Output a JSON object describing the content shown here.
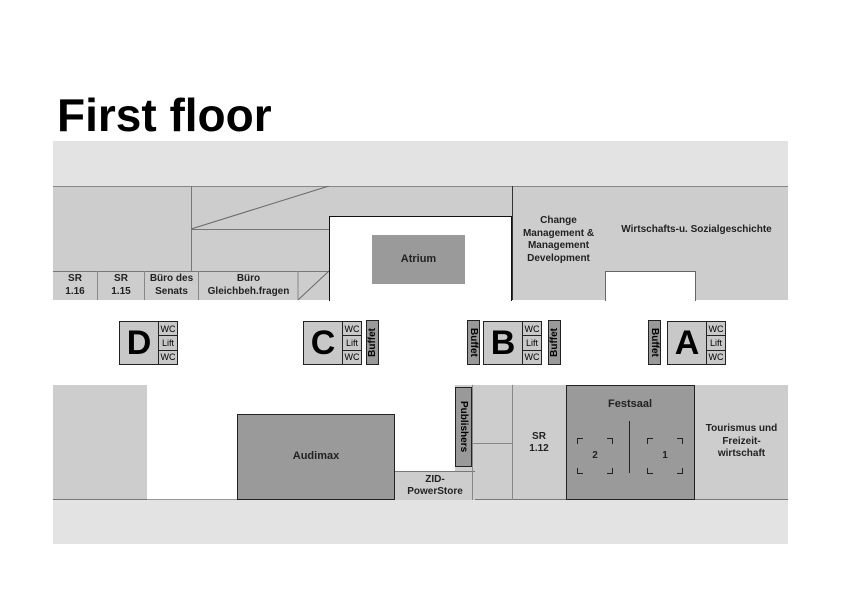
{
  "title": "First floor",
  "rooms": {
    "sr116": "SR\n1.16",
    "sr115": "SR\n1.15",
    "senat": "Büro des\nSenats",
    "gleich": "Büro\nGleichbeh.fragen",
    "atrium": "Atrium",
    "change": "Change\nManagement &\nManagement\nDevelopment",
    "wirtschaft": "Wirtschafts-u. Sozialgeschichte",
    "audimax": "Audimax",
    "zid": "ZID-\nPowerStore",
    "publishers": "Publishers",
    "sr112": "SR\n1.12",
    "festsaal": "Festsaal",
    "festsaal_2": "2",
    "festsaal_1": "1",
    "tourismus": "Tourismus und\nFreizeit-\nwirtschaft"
  },
  "cores": [
    {
      "letter": "D",
      "wc": "WC",
      "lift": "Lift"
    },
    {
      "letter": "C",
      "wc": "WC",
      "lift": "Lift"
    },
    {
      "letter": "B",
      "wc": "WC",
      "lift": "Lift"
    },
    {
      "letter": "A",
      "wc": "WC",
      "lift": "Lift"
    }
  ],
  "buffet": "Buffet"
}
